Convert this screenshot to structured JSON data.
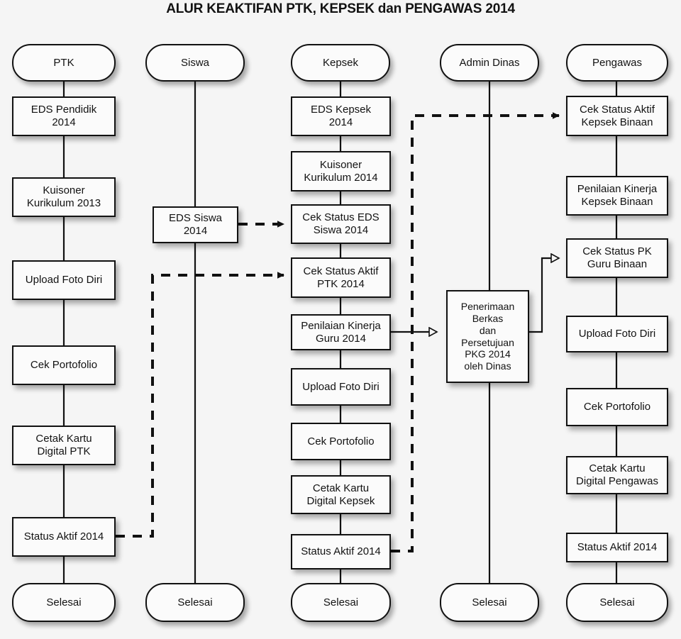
{
  "title": "ALUR KEAKTIFAN PTK, KEPSEK dan PENGAWAS 2014",
  "colors": {
    "background": "#f5f5f5",
    "node_fill": "#fbfbfb",
    "stroke": "#111111",
    "text": "#121212"
  },
  "columns": [
    {
      "id": "ptk",
      "header": "PTK",
      "nodes": [
        {
          "id": "ptk-eds",
          "label": "EDS Pendidik\n2014"
        },
        {
          "id": "ptk-kuisoner",
          "label": "Kuisoner\nKurikulum 2013"
        },
        {
          "id": "ptk-upload",
          "label": "Upload Foto Diri"
        },
        {
          "id": "ptk-portofolio",
          "label": "Cek Portofolio"
        },
        {
          "id": "ptk-cetak",
          "label": "Cetak Kartu\nDigital PTK"
        },
        {
          "id": "ptk-status",
          "label": "Status Aktif 2014"
        },
        {
          "id": "ptk-selesai",
          "label": "Selesai"
        }
      ]
    },
    {
      "id": "siswa",
      "header": "Siswa",
      "nodes": [
        {
          "id": "siswa-eds",
          "label": "EDS Siswa\n2014"
        },
        {
          "id": "siswa-selesai",
          "label": "Selesai"
        }
      ]
    },
    {
      "id": "kepsek",
      "header": "Kepsek",
      "nodes": [
        {
          "id": "kepsek-eds",
          "label": "EDS Kepsek\n2014"
        },
        {
          "id": "kepsek-kuisoner",
          "label": "Kuisoner\nKurikulum 2014"
        },
        {
          "id": "kepsek-cek-eds-siswa",
          "label": "Cek Status EDS\nSiswa 2014"
        },
        {
          "id": "kepsek-cek-aktif-ptk",
          "label": "Cek Status Aktif\nPTK 2014"
        },
        {
          "id": "kepsek-penilaian",
          "label": "Penilaian Kinerja\nGuru 2014"
        },
        {
          "id": "kepsek-upload",
          "label": "Upload Foto Diri"
        },
        {
          "id": "kepsek-portofolio",
          "label": "Cek Portofolio"
        },
        {
          "id": "kepsek-cetak",
          "label": "Cetak Kartu\nDigital Kepsek"
        },
        {
          "id": "kepsek-status",
          "label": "Status Aktif 2014"
        },
        {
          "id": "kepsek-selesai",
          "label": "Selesai"
        }
      ]
    },
    {
      "id": "admin-dinas",
      "header": "Admin Dinas",
      "nodes": [
        {
          "id": "dinas-penerimaan",
          "label": "Penerimaan\nBerkas\ndan\nPersetujuan\nPKG  2014\noleh Dinas"
        },
        {
          "id": "dinas-selesai",
          "label": "Selesai"
        }
      ]
    },
    {
      "id": "pengawas",
      "header": "Pengawas",
      "nodes": [
        {
          "id": "pengawas-cek-aktif-kepsek",
          "label": "Cek Status Aktif\nKepsek Binaan"
        },
        {
          "id": "pengawas-penilaian",
          "label": "Penilaian Kinerja\nKepsek Binaan"
        },
        {
          "id": "pengawas-cek-pk-guru",
          "label": "Cek Status PK\nGuru Binaan"
        },
        {
          "id": "pengawas-upload",
          "label": "Upload Foto Diri"
        },
        {
          "id": "pengawas-portofolio",
          "label": "Cek Portofolio"
        },
        {
          "id": "pengawas-cetak",
          "label": "Cetak Kartu\nDigital Pengawas"
        },
        {
          "id": "pengawas-status",
          "label": "Status Aktif 2014"
        },
        {
          "id": "pengawas-selesai",
          "label": "Selesai"
        }
      ]
    }
  ],
  "connections": [
    {
      "id": "conn-siswa-eds-to-kepsek-cek",
      "style": "dashed",
      "arrow": "filled"
    },
    {
      "id": "conn-ptk-status-to-kepsek-cek-aktif",
      "style": "dashed",
      "arrow": "filled"
    },
    {
      "id": "conn-kepsek-status-to-pengawas-cek-aktif",
      "style": "dashed",
      "arrow": "filled"
    },
    {
      "id": "conn-kepsek-penilaian-to-dinas",
      "style": "solid",
      "arrow": "hollow"
    },
    {
      "id": "conn-dinas-to-pengawas-cek-pk",
      "style": "solid",
      "arrow": "hollow"
    }
  ]
}
